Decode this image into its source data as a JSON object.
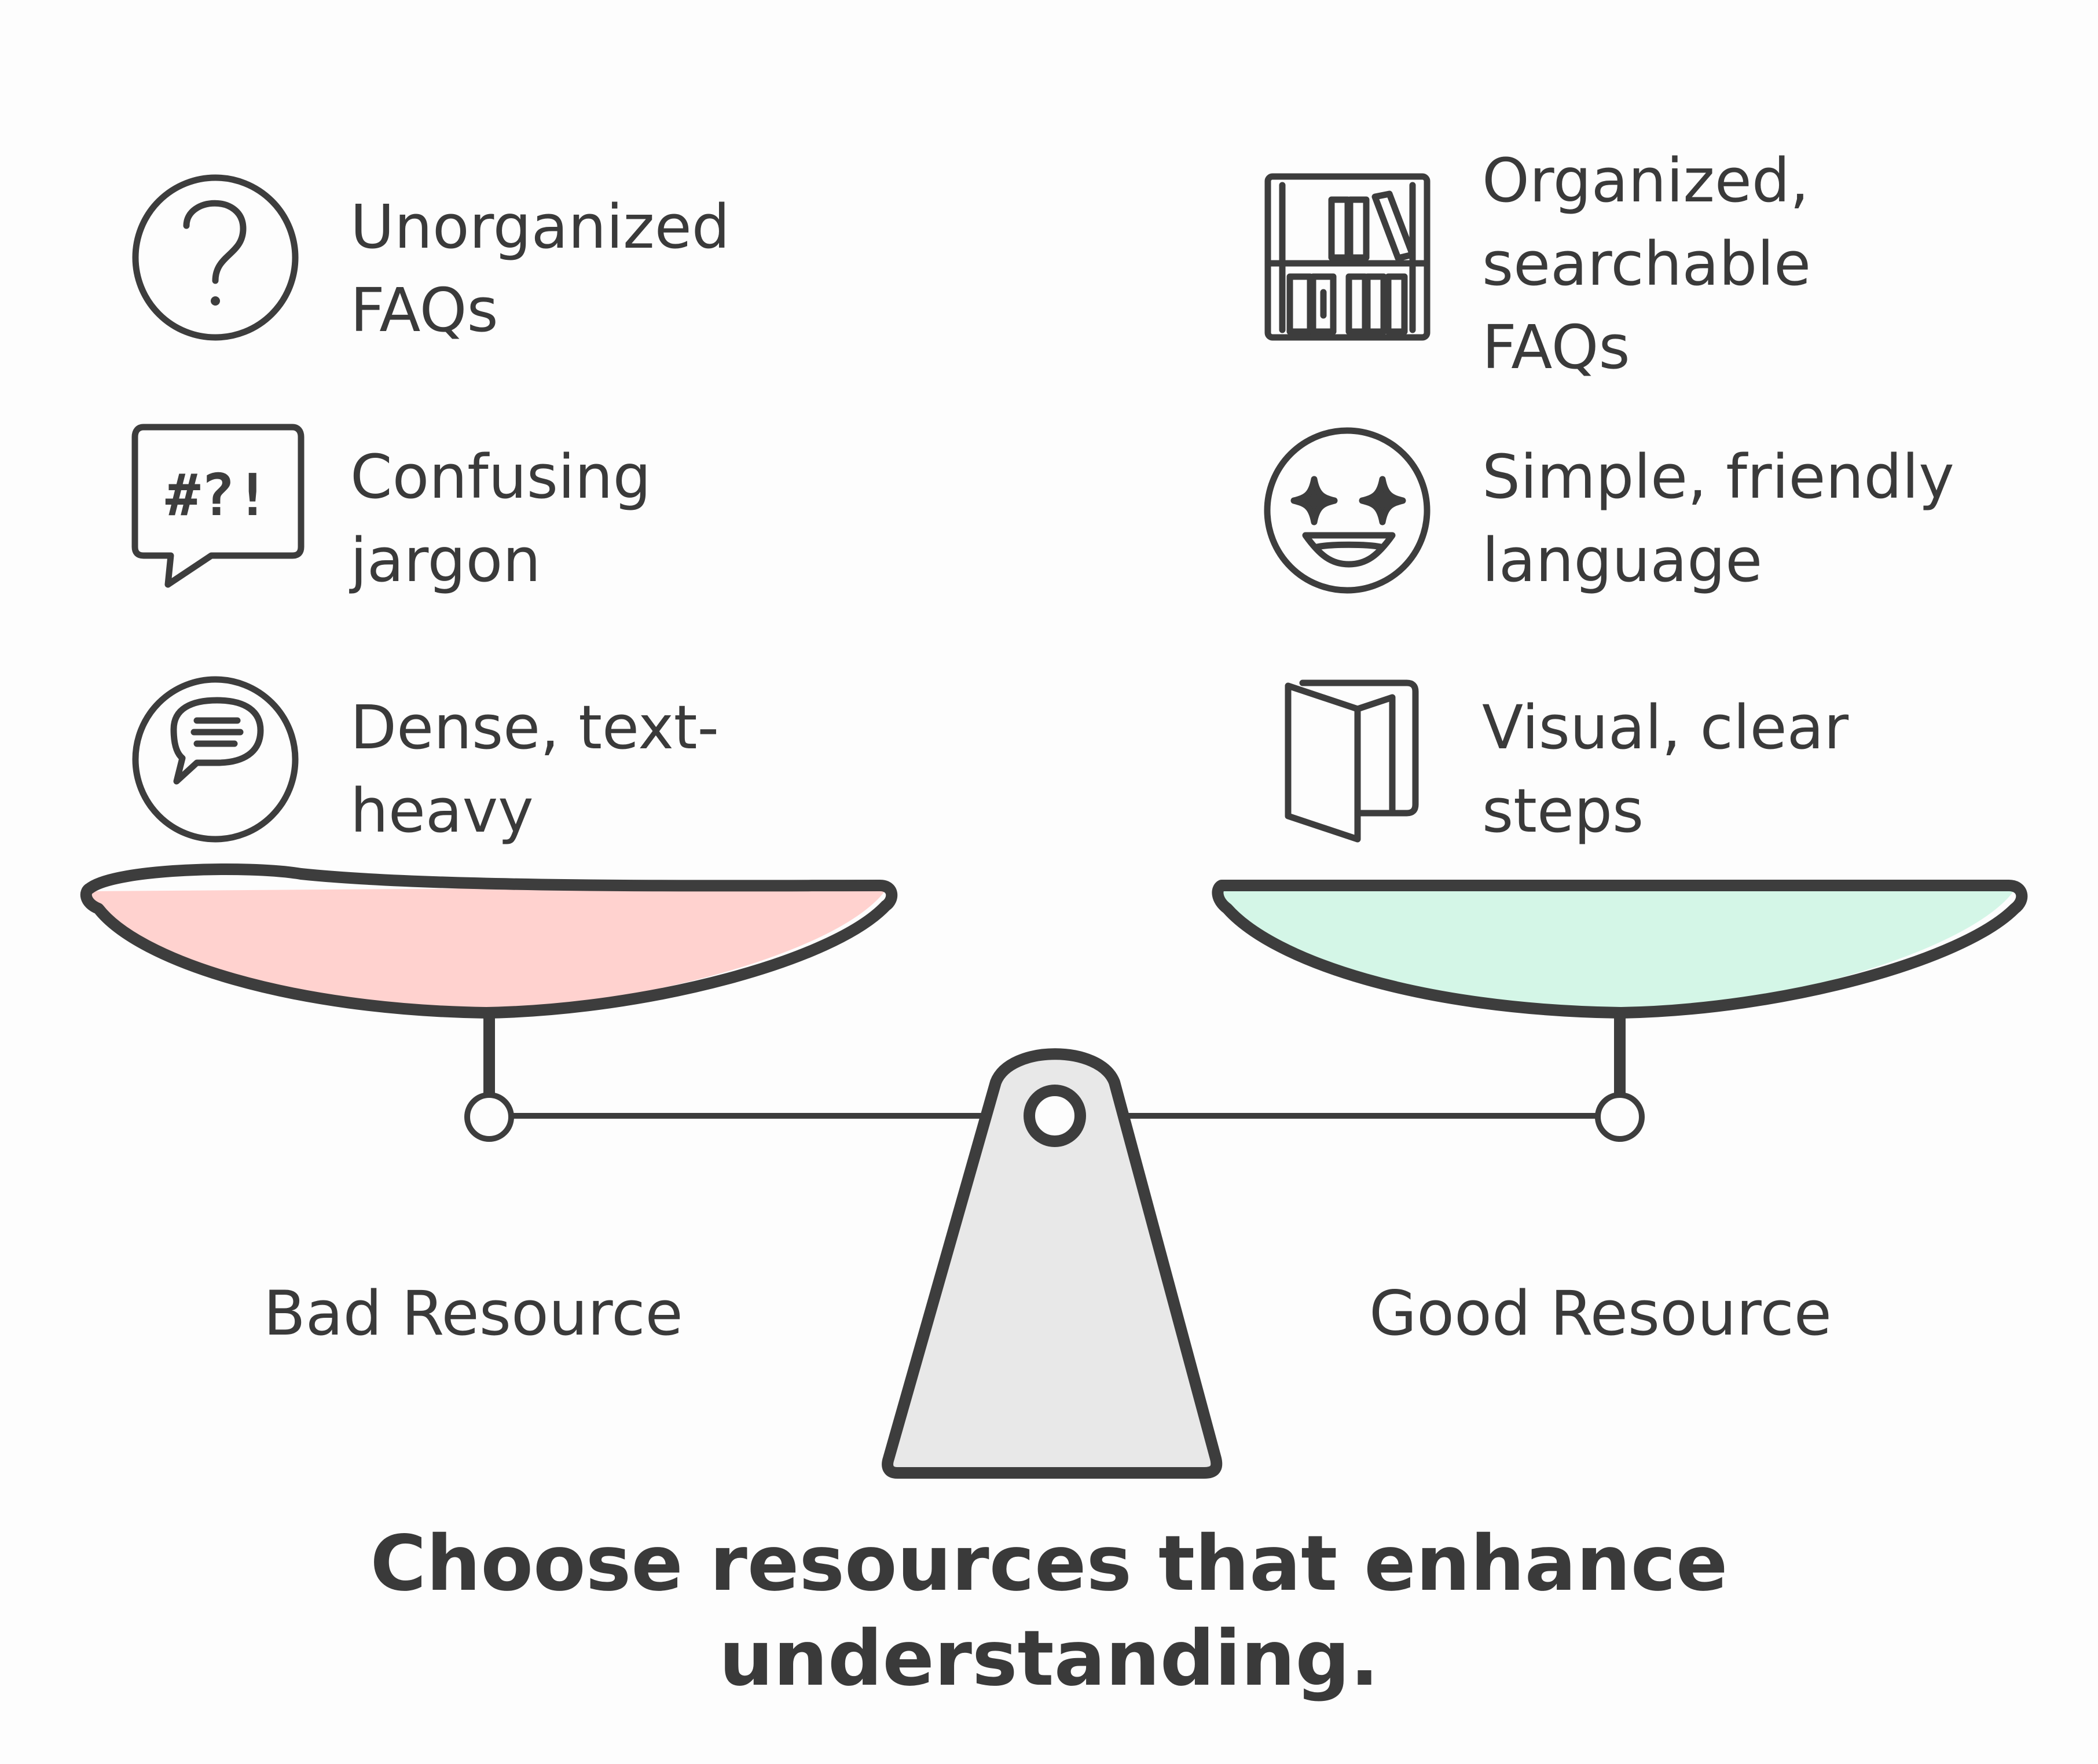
{
  "left": {
    "label": "Bad Resource",
    "color": "#ffd0cc",
    "items": [
      {
        "icon": "question-circle-icon",
        "lines": [
          "Unorganized",
          "FAQs"
        ]
      },
      {
        "icon": "speech-symbols-icon",
        "glyphs": "#?!",
        "lines": [
          "Confusing",
          "jargon"
        ]
      },
      {
        "icon": "chat-bubble-circle-icon",
        "lines": [
          "Dense, text-",
          "heavy"
        ]
      }
    ]
  },
  "right": {
    "label": "Good Resource",
    "color": "#d2f5e6",
    "items": [
      {
        "icon": "bookshelf-icon",
        "lines": [
          "Organized,",
          "searchable",
          "FAQs"
        ]
      },
      {
        "icon": "smiling-face-icon",
        "lines": [
          "Simple, friendly",
          "language"
        ]
      },
      {
        "icon": "folded-leaflet-icon",
        "lines": [
          "Visual, clear",
          "steps"
        ]
      }
    ]
  },
  "caption": {
    "line1": "Choose resources that enhance",
    "line2": "understanding."
  },
  "colors": {
    "ink": "#3d3d3d",
    "fulcrum_fill": "#e8e8e8"
  }
}
